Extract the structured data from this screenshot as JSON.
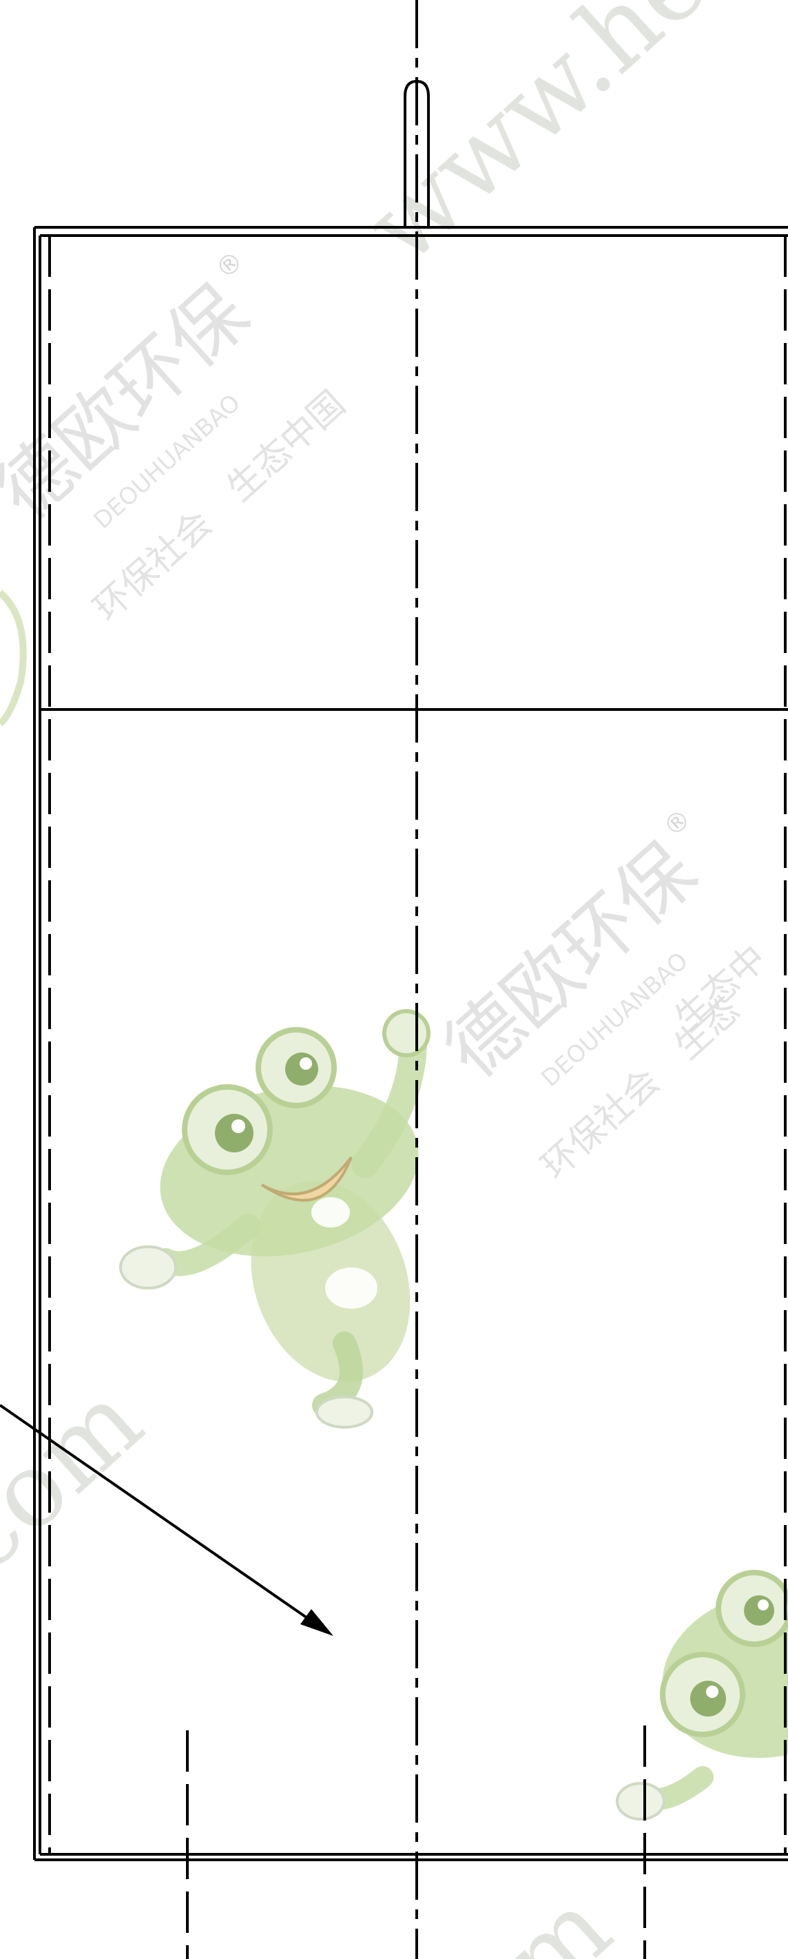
{
  "watermark": {
    "url_top": "www.hed",
    "url_left": "com",
    "url_bottom": "m",
    "brand_cn": "德欧环保",
    "brand_mark": "®",
    "brand_en": "DEOUHUANBAO",
    "slogan_left": "环保社会",
    "slogan_right": "生态中国",
    "slogan_right_partial": "生态",
    "slogan_right_cut": "生态中",
    "colors": {
      "text": "#d7dbd4",
      "frog_light": "#dbe8c6",
      "frog_mid": "#bcd59a",
      "frog_dark": "#9fbe7a",
      "mouth": "#f3d7a3"
    }
  },
  "drawing": {
    "line_color": "#000000",
    "icons": [
      "frog-mascot-icon",
      "frog-mascot-partial-icon",
      "arrow-icon"
    ]
  }
}
